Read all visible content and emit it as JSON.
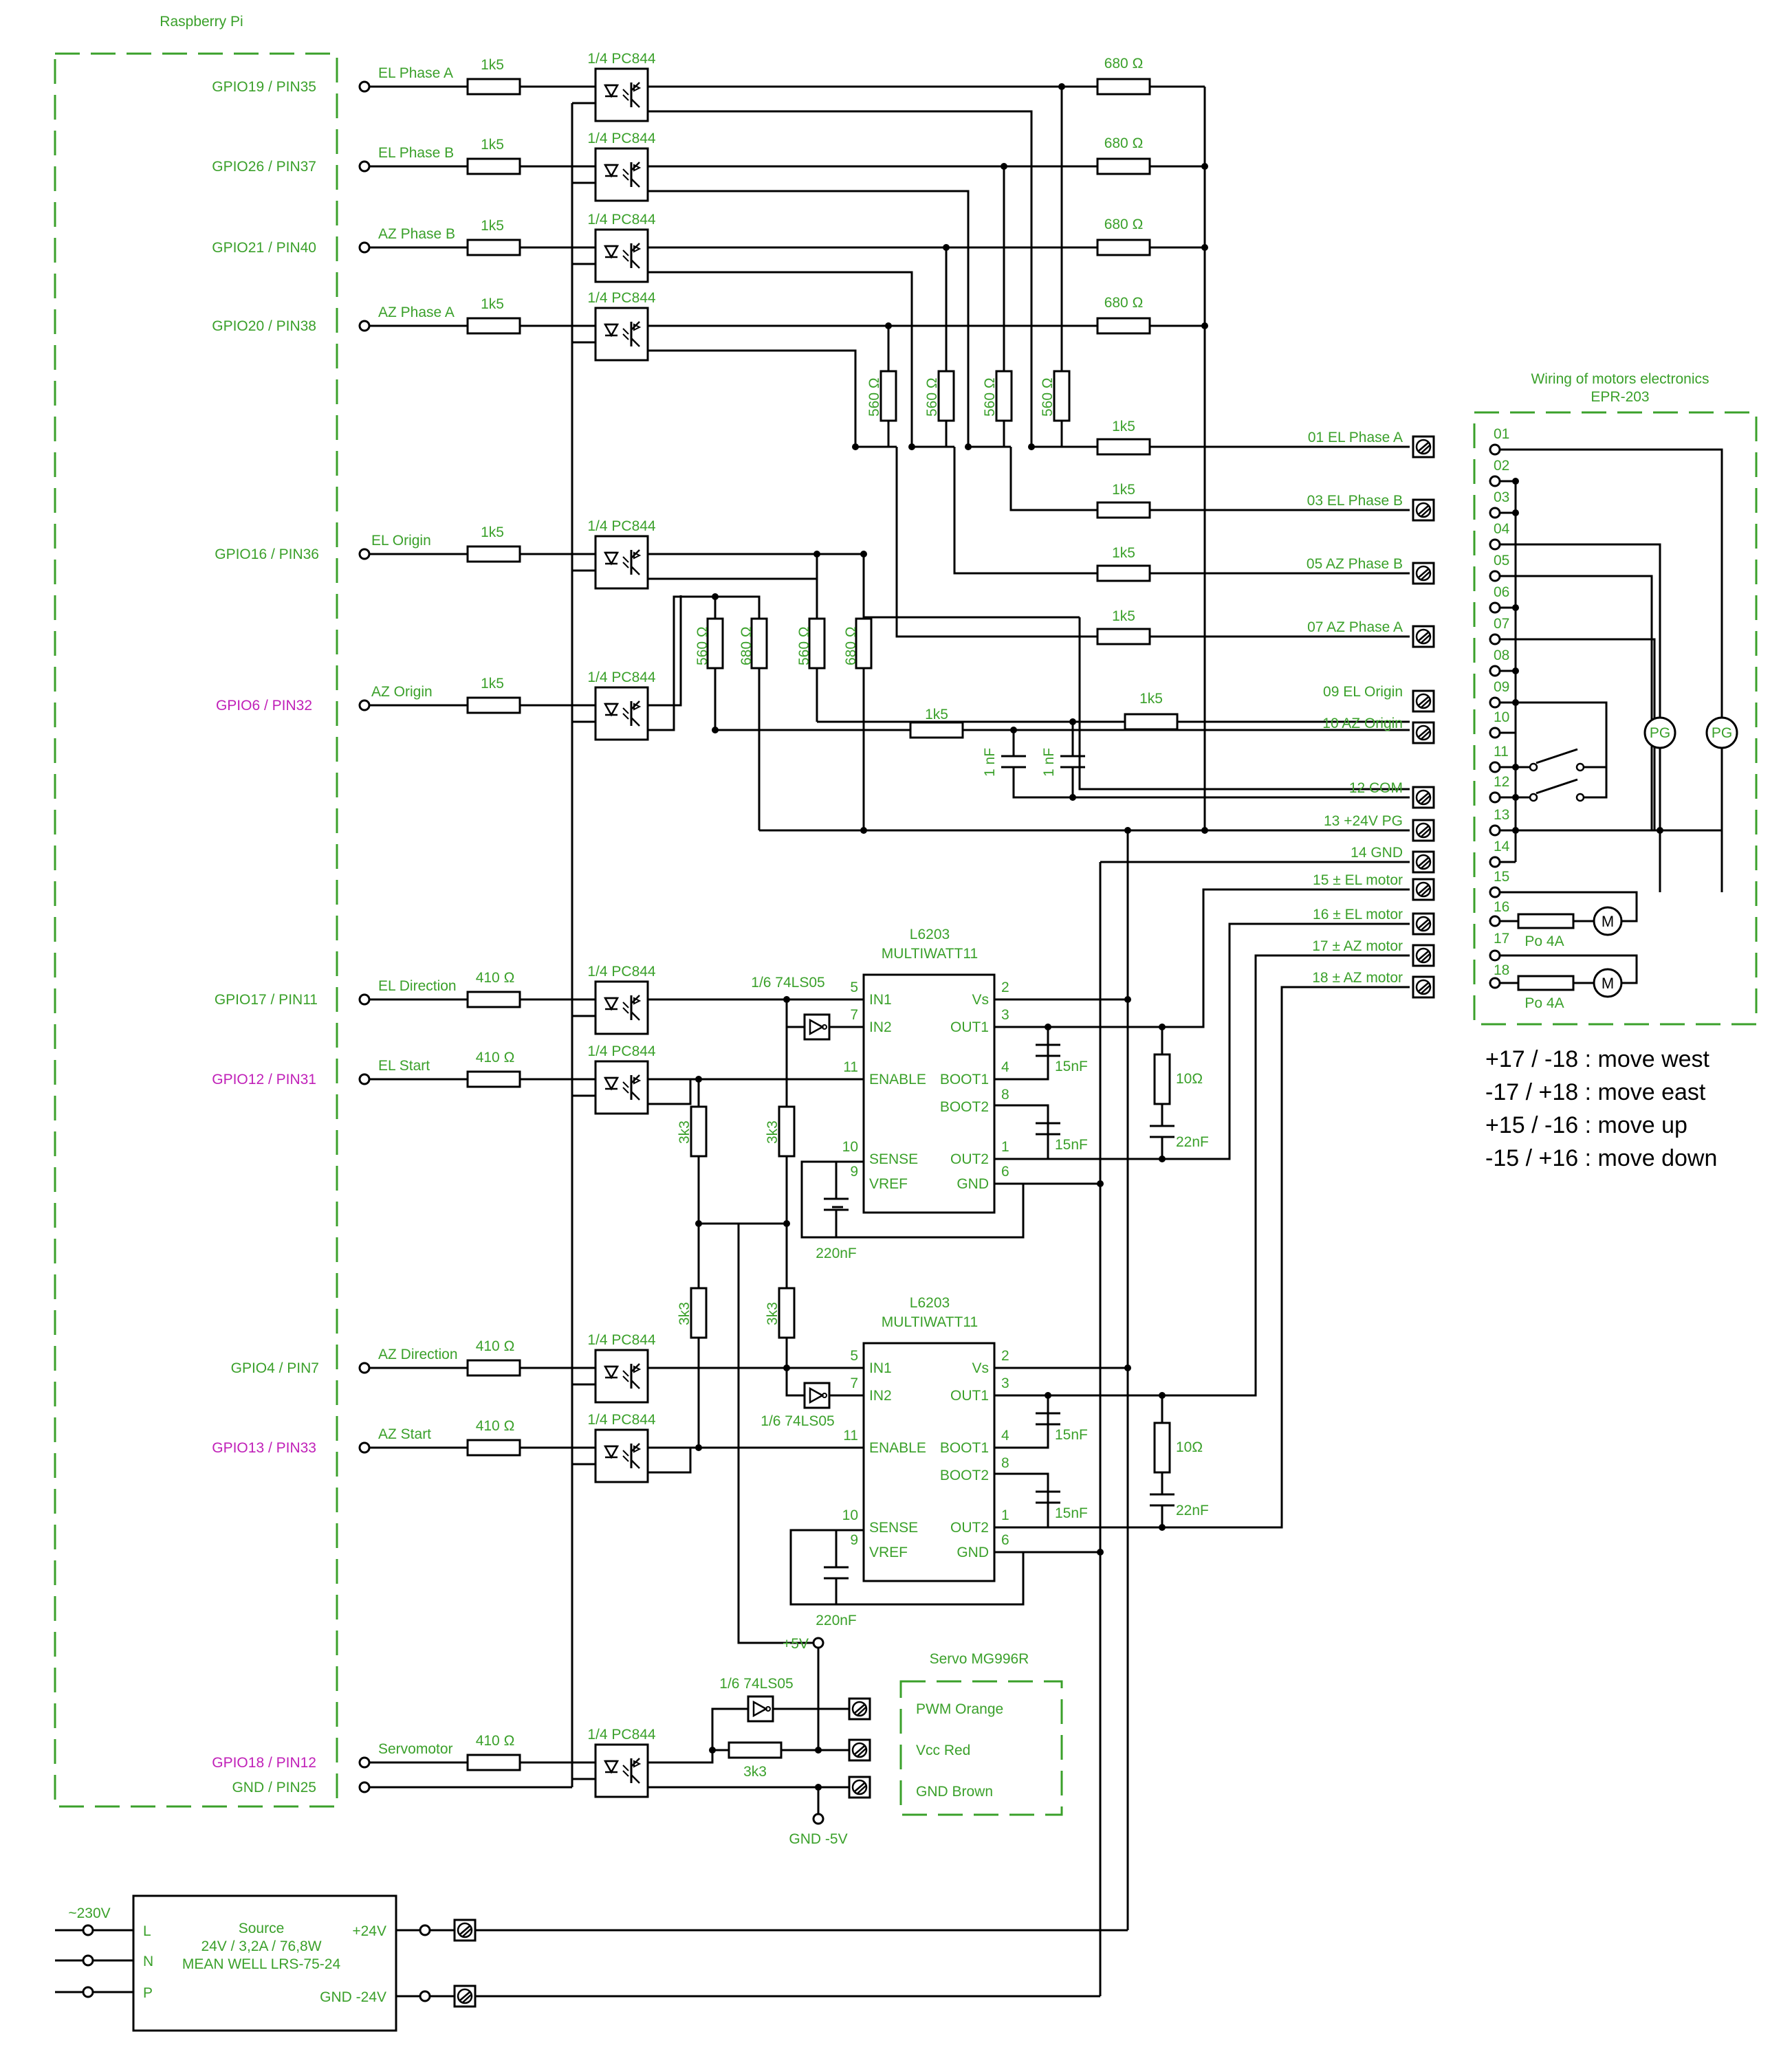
{
  "rpi": {
    "title": "Raspberry Pi",
    "pins": [
      {
        "pin": "GPIO19 / PIN35",
        "signal": "EL Phase A",
        "res": "1k5"
      },
      {
        "pin": "GPIO26 / PIN37",
        "signal": "EL Phase B",
        "res": "1k5"
      },
      {
        "pin": "GPIO21 / PIN40",
        "signal": "AZ Phase B",
        "res": "1k5"
      },
      {
        "pin": "GPIO20 / PIN38",
        "signal": "AZ Phase A",
        "res": "1k5"
      },
      {
        "pin": "GPIO16 / PIN36",
        "signal": "EL Origin",
        "res": "1k5"
      },
      {
        "pin": "GPIO6 / PIN32",
        "signal": "AZ Origin",
        "res": "1k5"
      },
      {
        "pin": "GPIO17 / PIN11",
        "signal": "EL Direction",
        "res": "410 Ω"
      },
      {
        "pin": "GPIO12 / PIN31",
        "signal": "EL Start",
        "res": "410 Ω"
      },
      {
        "pin": "GPIO4 / PIN7",
        "signal": "AZ Direction",
        "res": "410 Ω"
      },
      {
        "pin": "GPIO13 / PIN33",
        "signal": "AZ Start",
        "res": "410 Ω"
      },
      {
        "pin": "GPIO18 / PIN12",
        "signal": "Servomotor",
        "res": "410 Ω"
      },
      {
        "pin": "GND / PIN25",
        "signal": "",
        "res": ""
      }
    ]
  },
  "opto_label": "1/4 PC844",
  "values": {
    "r680": "680 Ω",
    "r560": "560 Ω",
    "r1k5": "1k5",
    "r3k3": "3k3",
    "c1nf": "1 nF",
    "c15nf": "15nF",
    "c22nf": "22nF",
    "c220nf": "220nF",
    "r10": "10Ω"
  },
  "connector": [
    "01  EL Phase A",
    "03  EL Phase B",
    "05  AZ Phase B",
    "07  AZ Phase A",
    "09  EL Origin",
    "10  AZ Origin",
    "12  COM",
    "13  +24V PG",
    "14  GND",
    "15  ± EL motor",
    "16  ± EL motor",
    "17  ± AZ motor",
    "18  ± AZ motor"
  ],
  "driver": {
    "name": "L6203",
    "package": "MULTIWATT11",
    "pins_left": [
      {
        "num": "5",
        "name": "IN1"
      },
      {
        "num": "7",
        "name": "IN2"
      },
      {
        "num": "11",
        "name": "ENABLE"
      },
      {
        "num": "10",
        "name": "SENSE"
      },
      {
        "num": "9",
        "name": "VREF"
      }
    ],
    "pins_right": [
      {
        "num": "2",
        "name": "Vs"
      },
      {
        "num": "3",
        "name": "OUT1"
      },
      {
        "num": "4",
        "name": "BOOT1"
      },
      {
        "num": "8",
        "name": "BOOT2"
      },
      {
        "num": "1",
        "name": "OUT2"
      },
      {
        "num": "6",
        "name": "GND"
      }
    ]
  },
  "inverter_label": "1/6 74LS05",
  "motor_box": {
    "title_line1": "Wiring of motors electronics",
    "title_line2": "EPR-203",
    "terminals": [
      "01",
      "02",
      "03",
      "04",
      "05",
      "06",
      "07",
      "08",
      "09",
      "10",
      "11",
      "12",
      "13",
      "14",
      "15",
      "16",
      "17",
      "18"
    ],
    "pg": "PG",
    "motor": "M",
    "fuse": "Po 4A"
  },
  "directions": [
    "+17 / -18 : move west",
    "-17 / +18 : move  east",
    "+15 / -16 : move up",
    "-15 / +16 : move down"
  ],
  "servo": {
    "title": "Servo MG996R",
    "pins": [
      "PWM Orange",
      "Vcc Red",
      "GND Brown"
    ],
    "vplus": "+5V",
    "gnd": "GND -5V"
  },
  "psu": {
    "ac": "~230V",
    "inputs": [
      "L",
      "N",
      "P"
    ],
    "name": "Source",
    "spec": "24V / 3,2A / 76,8W",
    "model": "MEAN WELL LRS-75-24",
    "out_pos": "+24V",
    "out_neg": "GND -24V"
  }
}
